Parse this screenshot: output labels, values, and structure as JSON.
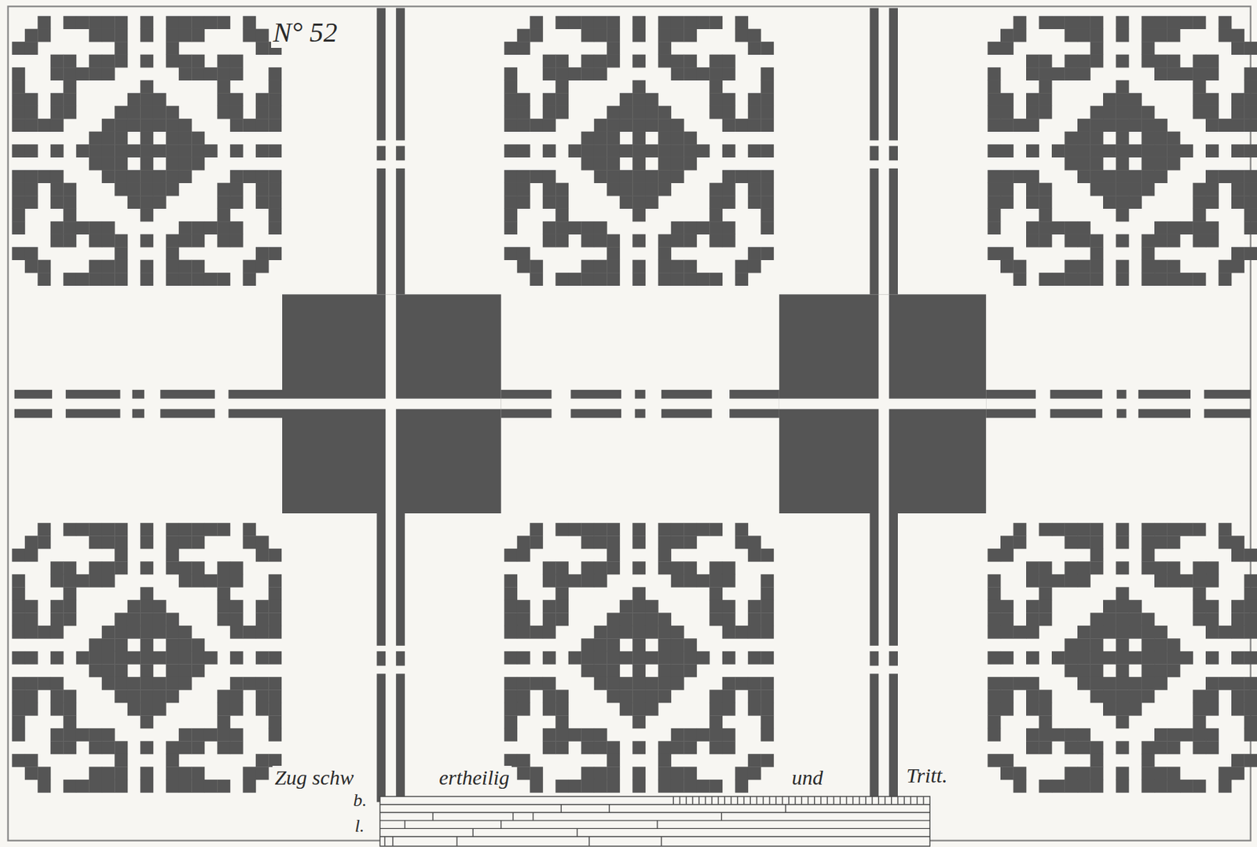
{
  "diagram": {
    "title": "N° 52",
    "labels": [
      "Zug schw",
      "ertheilig",
      "und",
      "Tritt.",
      "b.",
      "l."
    ]
  }
}
